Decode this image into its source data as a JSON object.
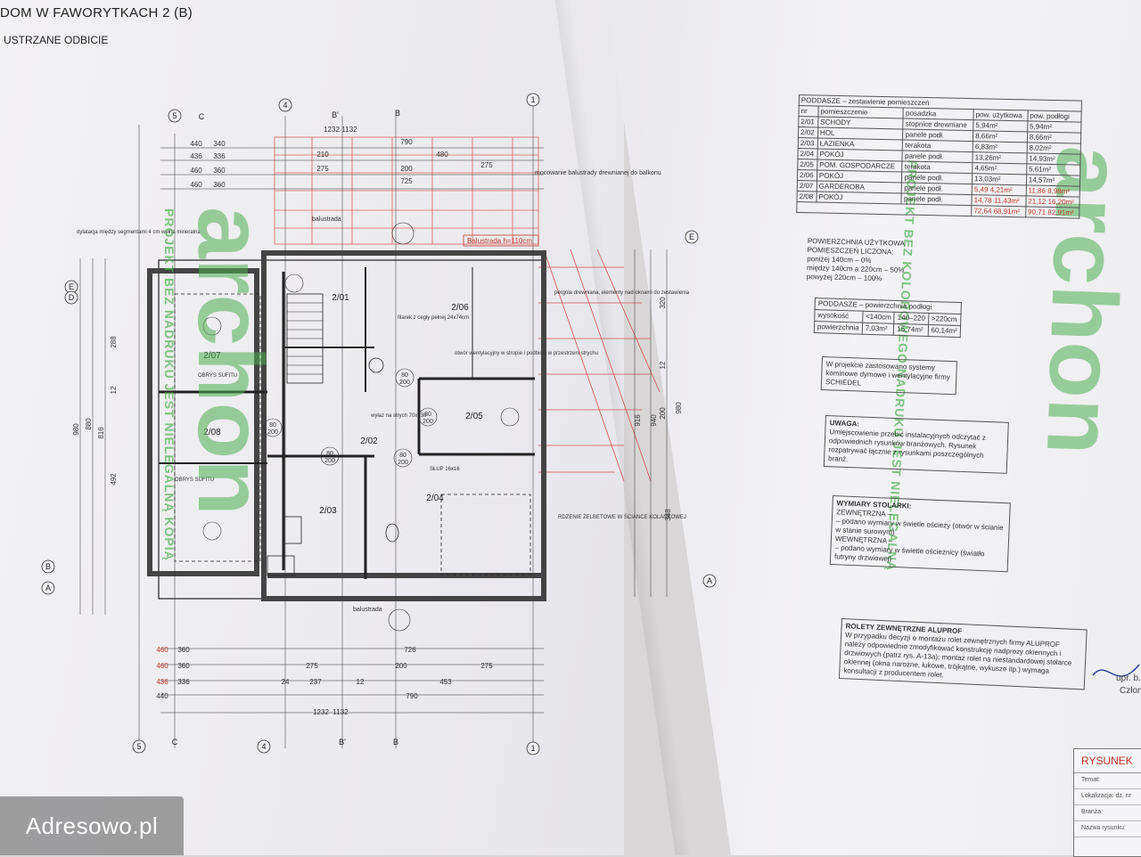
{
  "header": {
    "title": "DOM W FAWORYTKACH 2 (B)",
    "subtitle": "USTRZANE ODBICIE"
  },
  "watermark": {
    "logo_text": "archon",
    "vertical_left": "PROJEKT BEZ NADRUKU JEST NIELEGALNĄ KOPIĄ",
    "vertical_right": "PROJEKT BEZ KOLOROWEGO NADRUKU JEST NIELEGALNĄ"
  },
  "plan": {
    "rooms": [
      {
        "id": "2/01",
        "label": "2/01"
      },
      {
        "id": "2/02",
        "label": "2/02"
      },
      {
        "id": "2/03",
        "label": "2/03"
      },
      {
        "id": "2/04",
        "label": "2/04"
      },
      {
        "id": "2/05",
        "label": "2/05"
      },
      {
        "id": "2/06",
        "label": "2/06"
      },
      {
        "id": "2/07",
        "label": "2/07"
      },
      {
        "id": "2/08",
        "label": "2/08"
      }
    ],
    "axis_labels": [
      "5",
      "C",
      "4",
      "B'",
      "B",
      "1",
      "E",
      "D",
      "A",
      "B"
    ],
    "dims_top": [
      "440",
      "340",
      "436",
      "336",
      "460",
      "360",
      "460",
      "360",
      "1232",
      "1132",
      "790",
      "210",
      "480",
      "275",
      "200",
      "275",
      "725"
    ],
    "dims_bottom": [
      "460",
      "360",
      "460",
      "360",
      "436",
      "336",
      "440",
      "726",
      "275",
      "200",
      "275",
      "24",
      "237",
      "12",
      "453",
      "790",
      "1232",
      "1132"
    ],
    "dims_left": [
      "980",
      "880",
      "816",
      "492",
      "288",
      "12"
    ],
    "dims_right": [
      "916",
      "940",
      "980",
      "320",
      "200",
      "348",
      "12"
    ],
    "notes": {
      "balustrada_top": "balustrada",
      "balustrada_red": "Balustrada h=110cm",
      "balustrada_bottom": "balustrada",
      "mocowanie": "mocowanie balustrady drewnianej do balkonu",
      "dylatacja": "dylatacja między segmentami 4 cm wełna mineralna",
      "filarek": "filarek z cegły pełnej 24x74cm",
      "otwor": "otwór wentylacyjny w stropie i podbiciu w przestrzeni strychu",
      "pergola": "pergola drewniana, elementy nad oknami do zestawienia",
      "wylaz": "wyłaz na strych 70x130",
      "slup": "SŁUP 16x16",
      "rdzenie": "RDZENIE ŻELBETOWE W ŚCIANCE KOLANKOWEJ",
      "obrys": "OBRYS SUFITU",
      "door_80": "80",
      "door_200": "200"
    }
  },
  "schedule": {
    "title": "PODDASZE – zestawienie pomieszczeń",
    "columns": [
      "nr",
      "pomieszczenie",
      "posadzka",
      "pow. użytkowa",
      "pow. podłogi"
    ],
    "rows": [
      [
        "2/01",
        "SCHODY",
        "stopnice drewniane",
        "5,94m²",
        "5,94m²"
      ],
      [
        "2/02",
        "HOL",
        "panele podł.",
        "8,66m²",
        "8,66m²"
      ],
      [
        "2/03",
        "ŁAZIENKA",
        "terakota",
        "6,83m²",
        "8,02m²"
      ],
      [
        "2/04",
        "POKÓJ",
        "panele podł.",
        "13,26m²",
        "14,93m²"
      ],
      [
        "2/05",
        "POM. GOSPODARCZE",
        "terakota",
        "4,65m²",
        "5,61m²"
      ],
      [
        "2/06",
        "POKÓJ",
        "panele podł.",
        "13,03m²",
        "14,57m²"
      ],
      [
        "2/07",
        "GARDEROBA",
        "panele podł.",
        "5,49  4,21m²",
        "11,86  8,98m²"
      ],
      [
        "2/08",
        "POKÓJ",
        "panele podł.",
        "14,78  11,43m²",
        "21,12  16,20m²"
      ]
    ],
    "totals": [
      "72,64  68,91m²",
      "90,71  82,91m²"
    ]
  },
  "usable_area": {
    "lines": [
      "POWIERZCHNIA UŻYTKOWA",
      "POMIESZCZEŃ LICZONA:",
      "poniżej 140cm – 0%",
      "między 140cm a 220cm – 50%",
      "powyżej 220cm – 100%"
    ]
  },
  "floor_area": {
    "title": "PODDASZE – powierzchnia podłogi",
    "row1": [
      "wysokość",
      "<140cm",
      "140–220",
      ">220cm"
    ],
    "row2": [
      "powierzchnia",
      "7,03m²",
      "15,74m²",
      "60,14m²"
    ]
  },
  "chimney_note": {
    "text": "W projekcie zastosowano systemy kominowe dymowe i wentylacyjne firmy SCHIEDEL"
  },
  "uwaga_note": {
    "head": "UWAGA:",
    "text": "Umiejscowienie przebić instalacyjnych odczytać z odpowiednich rysunków branżowych. Rysunek rozpatrywać łącznie z rysunkami poszczególnych branż."
  },
  "joinery_note": {
    "head": "WYMIARY STOLARKI:",
    "ext_head": "ZEWNĘTRZNA –",
    "ext_text": "– podano wymiary w świetle ościeży (otwór w ścianie w stanie surowym)",
    "int_head": "WEWNĘTRZNA –",
    "int_text": "– podano wymiary w świetle ościeżnicy (światło futryny drzwiowej)"
  },
  "shutters_note": {
    "head": "ROLETY ZEWNĘTRZNE ALUPROF",
    "text": "W przypadku decyzji o montażu rolet zewnętrznych firmy ALUPROF należy odpowiednio zmodyfikować konstrukcję nadprozy okiennych i drzwiowych (patrz rys. A-13a); montaż rolet na niestandardowej stolarce okiennej (okna narożne, łukowe, trójkątne, wykusze itp.) wymaga konsultacji z producentem rolet."
  },
  "title_block": {
    "head": "RYSUNEK",
    "row1": "Temat:",
    "row2": "Lokalizacja: dz. nr",
    "row3": "Branża:",
    "row4": "Nazwa rysunku:"
  },
  "signature": {
    "line1": "upr. b.",
    "line2": "Człon"
  },
  "badge": {
    "label": "Adresowo.pl"
  }
}
